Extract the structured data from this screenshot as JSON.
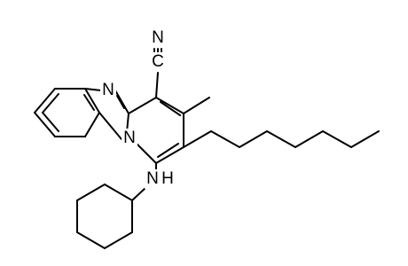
{
  "structure": {
    "atom_labels": {
      "nitrile_n": "N",
      "nitrile_c": "C",
      "imidazole_n": "N",
      "bridgehead_n": "N",
      "amine_n": "N",
      "amine_h": "H"
    }
  },
  "colors": {
    "bond": "#000000",
    "label": "#000000",
    "background": "#ffffff"
  }
}
